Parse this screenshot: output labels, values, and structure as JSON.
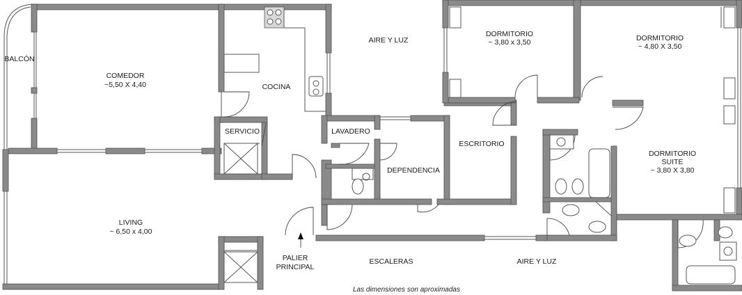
{
  "rooms": {
    "balcon": "BALCÓN",
    "comedor": {
      "name": "COMEDOR",
      "size": "~5,50 X 4,40"
    },
    "cocina": "COCINA",
    "servicio": "SERVICIO",
    "lavadero": "LAVADERO",
    "dependencia": "DEPENDENCIA",
    "escritorio": "ESCRITORIO",
    "dormitorio1": {
      "name": "DORMITORIO",
      "size": "~ 3,80 x 3,50"
    },
    "dormitorio2": {
      "name": "DORMITORIO",
      "size": "~ 4,80 X 3,50"
    },
    "suite": {
      "name": "DORMITORIO",
      "name2": "SUITE",
      "size": "~ 3,80 X 3,80"
    },
    "living": {
      "name": "LIVING",
      "size": "~ 6,50 x 4,00"
    },
    "palier": {
      "line1": "PALIER",
      "line2": "PRINCIPAL"
    },
    "escaleras": "ESCALERAS",
    "aire_top": "AIRE Y LUZ",
    "aire_bottom": "AIRE Y LUZ"
  },
  "footnote": "Las dimensiones son aproximadas"
}
